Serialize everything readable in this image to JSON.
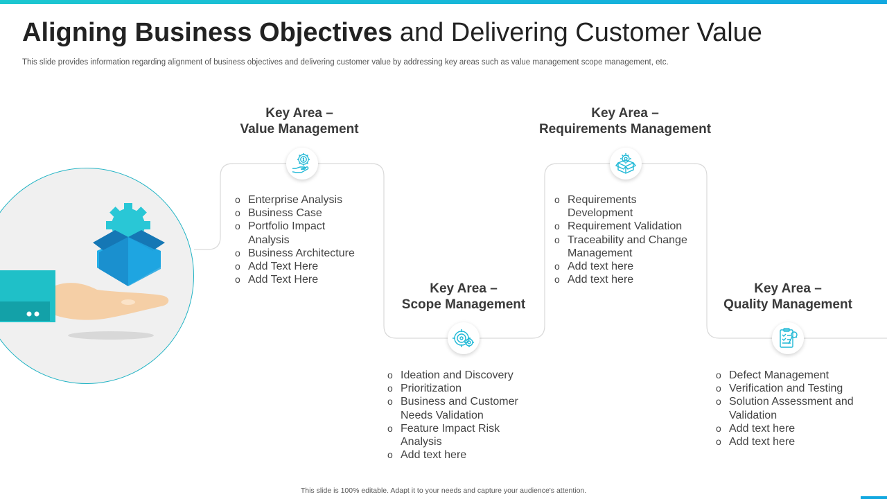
{
  "header": {
    "title_bold": "Aligning Business Objectives",
    "title_light": "and Delivering Customer Value",
    "subtitle": "This slide provides information regarding alignment of business objectives and delivering customer value by addressing key areas such as value management scope management, etc."
  },
  "footer": "This slide is 100% editable. Adapt it to your needs and capture your audience's attention.",
  "colors": {
    "accent": "#1cc7d0",
    "accent_dark": "#12a8e0",
    "box": "#1e9fd8"
  },
  "key_areas": [
    {
      "heading_line1": "Key Area –",
      "heading_line2": "Value Management",
      "icon": "dollar-gear-hand-icon",
      "items": [
        "Enterprise Analysis",
        "Business Case",
        "Portfolio Impact Analysis",
        "Business Architecture",
        "Add Text Here",
        "Add Text Here"
      ]
    },
    {
      "heading_line1": "Key Area –",
      "heading_line2": "Scope Management",
      "icon": "target-gear-icon",
      "items": [
        "Ideation and Discovery",
        "Prioritization",
        "Business and Customer Needs Validation",
        "Feature Impact Risk Analysis",
        "Add text here"
      ]
    },
    {
      "heading_line1": "Key Area –",
      "heading_line2": "Requirements Management",
      "icon": "gear-box-icon",
      "items": [
        "Requirements Development",
        "Requirement Validation",
        "Traceability and Change Management",
        "Add text here",
        "Add text here"
      ]
    },
    {
      "heading_line1": "Key Area –",
      "heading_line2": "Quality Management",
      "icon": "clipboard-check-icon",
      "items": [
        "Defect Management",
        "Verification and Testing",
        "Solution Assessment and Validation",
        "Add text here",
        "Add text here"
      ]
    }
  ],
  "illustration": {
    "icon": "hand-holding-box-icon"
  }
}
